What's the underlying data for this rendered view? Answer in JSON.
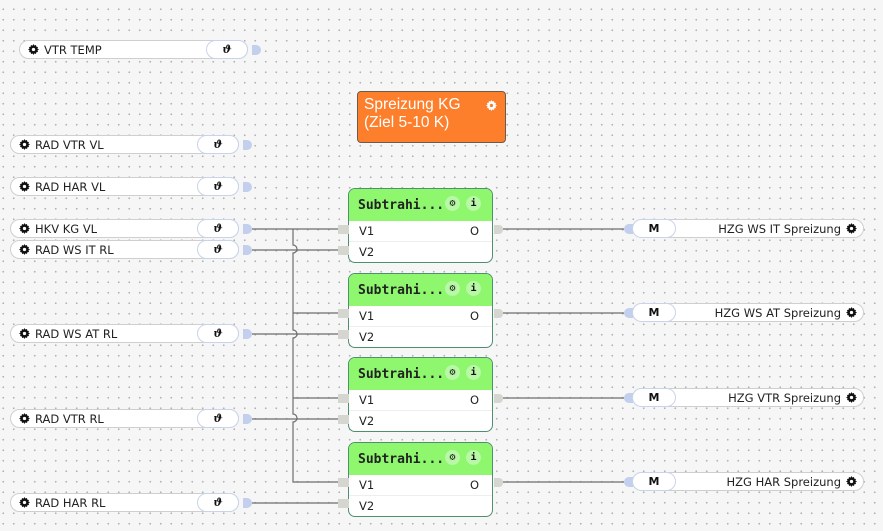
{
  "canvas": {
    "name": "logic-editor-canvas"
  },
  "comment": {
    "line1": "Spreizung KG",
    "line2": "(Ziel 5-10 K)",
    "color": "#fd7f2c"
  },
  "inputs": [
    {
      "label": "VTR TEMP",
      "type_icon": "ϑ"
    },
    {
      "label": "RAD VTR VL",
      "type_icon": "ϑ"
    },
    {
      "label": "RAD HAR VL",
      "type_icon": "ϑ"
    },
    {
      "label": "HKV KG VL",
      "type_icon": "ϑ"
    },
    {
      "label": "RAD WS IT RL",
      "type_icon": "ϑ"
    },
    {
      "label": "RAD WS AT RL",
      "type_icon": "ϑ"
    },
    {
      "label": "RAD VTR RL",
      "type_icon": "ϑ"
    },
    {
      "label": "RAD HAR RL",
      "type_icon": "ϑ"
    }
  ],
  "blocks": [
    {
      "title": "Subtrahi...",
      "cfg_icon": "⚙",
      "info_icon": "i",
      "in1": "V1",
      "in2": "V2",
      "out": "O"
    },
    {
      "title": "Subtrahi...",
      "cfg_icon": "⚙",
      "info_icon": "i",
      "in1": "V1",
      "in2": "V2",
      "out": "O"
    },
    {
      "title": "Subtrahi...",
      "cfg_icon": "⚙",
      "info_icon": "i",
      "in1": "V1",
      "in2": "V2",
      "out": "O"
    },
    {
      "title": "Subtrahi...",
      "cfg_icon": "⚙",
      "info_icon": "i",
      "in1": "V1",
      "in2": "V2",
      "out": "O"
    }
  ],
  "outputs": [
    {
      "label": "HZG WS IT Spreizung",
      "type_label": "M"
    },
    {
      "label": "HZG WS AT Spreizung",
      "type_label": "M"
    },
    {
      "label": "HZG VTR Spreizung",
      "type_label": "M"
    },
    {
      "label": "HZG HAR Spreizung",
      "type_label": "M"
    }
  ],
  "colors": {
    "block_header": "#8ef76e",
    "block_border": "#4f8f6f",
    "port_input": "#c2d0ee",
    "wire": "#6e6e6e"
  }
}
